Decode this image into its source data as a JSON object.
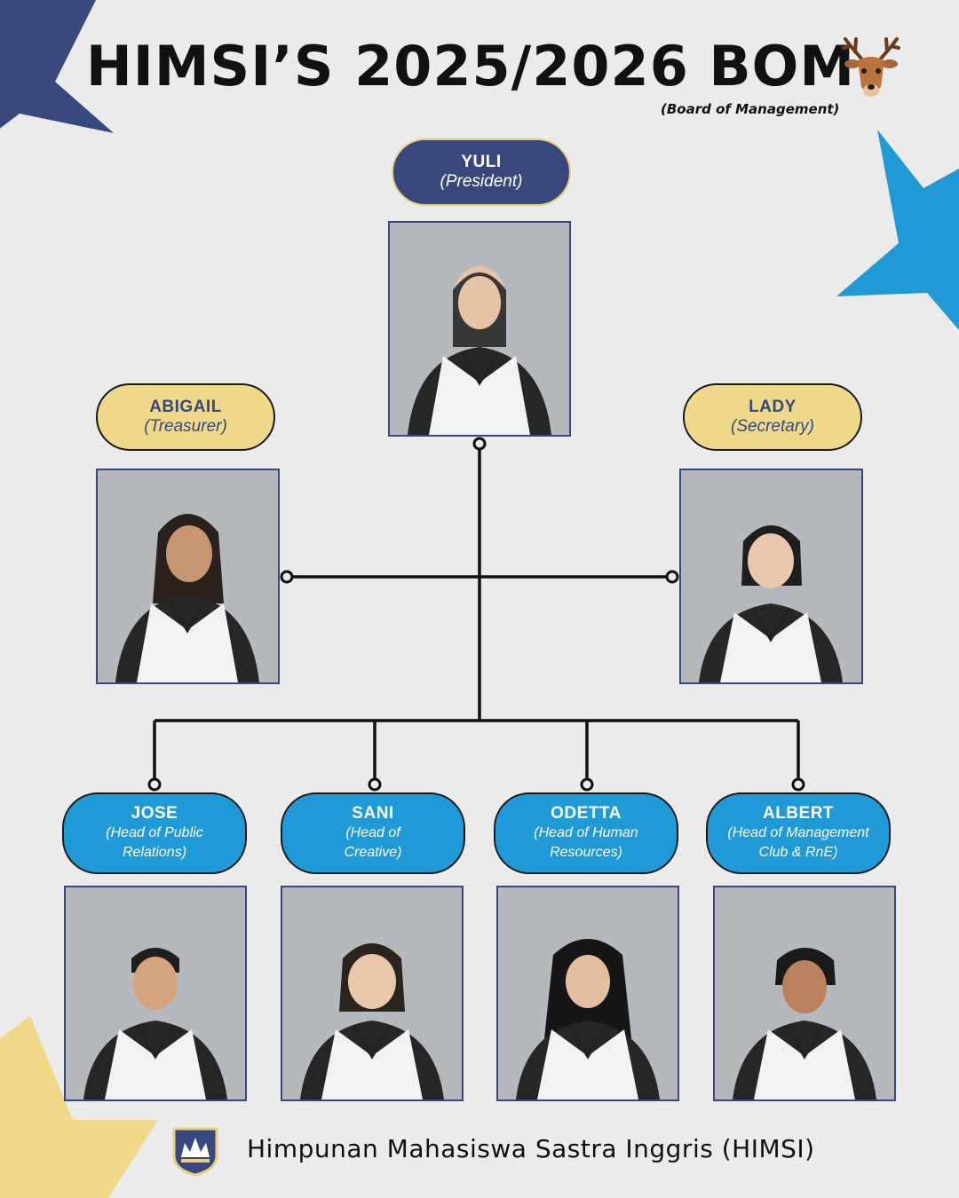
{
  "header": {
    "title": "HIMSI’S 2025/2026 BOM",
    "subtitle": "(Board of Management)"
  },
  "colors": {
    "navy": "#38487c",
    "gold": "#efd88a",
    "blue": "#1f9ad6",
    "background": "#ebebeb"
  },
  "icons": [
    "deer-icon",
    "himsi-crest-logo",
    "star-decoration"
  ],
  "members": {
    "president": {
      "name": "YULI",
      "role": "(President)"
    },
    "treasurer": {
      "name": "ABIGAIL",
      "role": "(Treasurer)"
    },
    "secretary": {
      "name": "LADY",
      "role": "(Secretary)"
    },
    "pr": {
      "name": "JOSE",
      "role_line1": "(Head of Public",
      "role_line2": "Relations)"
    },
    "creative": {
      "name": "SANI",
      "role_line1": "(Head of",
      "role_line2": "Creative)"
    },
    "hr": {
      "name": "ODETTA",
      "role_line1": "(Head of Human",
      "role_line2": "Resources)"
    },
    "mgmt": {
      "name": "ALBERT",
      "role_line1": "(Head of Management",
      "role_line2": "Club & RnE)"
    }
  },
  "footer": {
    "text": "Himpunan Mahasiswa Sastra Inggris (HIMSI)"
  }
}
